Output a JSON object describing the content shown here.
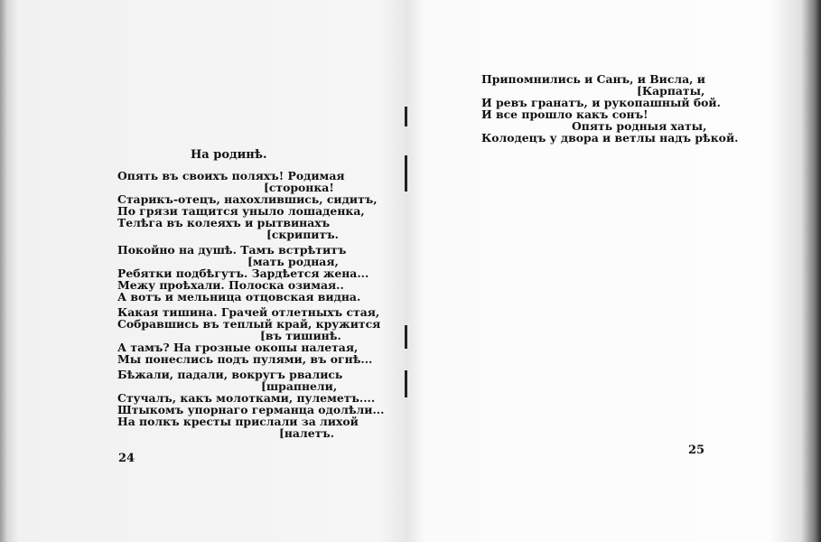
{
  "left_page": {
    "title": "На родинѣ.",
    "lines": [
      "Опять въ своихъ поляхъ! Родимая",
      "[сторонка!",
      "Старикъ-отецъ, нахохлившись, сидитъ,",
      "По грязи тащится уныло лошаденка,",
      "Телѣга въ колеяхъ и рытвинахъ",
      "[скрипитъ.",
      "Покойно на душѣ. Тамъ встрѣтитъ",
      "[мать родная,",
      "Ребятки подбѣгутъ. Зардѣется жена...",
      "Межу проѣхали. Полоска озимая..",
      "А вотъ и мельница отцовская видна.",
      "Какая тишина. Грачей отлетныхъ стая,",
      "Собравшись въ теплый край, кружится",
      "[въ тишинѣ.",
      "А тамъ? На грозные окопы налетая,",
      "Мы понеслись подъ пулями, въ огнѣ...",
      "Бѣжали, падали, вокругъ рвались",
      "[шрапнели,",
      "Стучалъ, какъ молотками, пулеметъ....",
      "Штыкомъ упорнаго германца одолѣли...",
      "На полкъ кресты прислали за лихой",
      "[налетъ."
    ],
    "page_number": "24"
  },
  "right_page": {
    "lines": [
      "Припомнились и Санъ, и Висла, и",
      "[Карпаты,",
      "И ревъ гранатъ, и рукопашный бой.",
      "И все прошло какъ сонъ!",
      "Опять родныя хаты,",
      "Колодецъ у двора и ветлы надъ рѣкой."
    ],
    "page_number": "25"
  }
}
